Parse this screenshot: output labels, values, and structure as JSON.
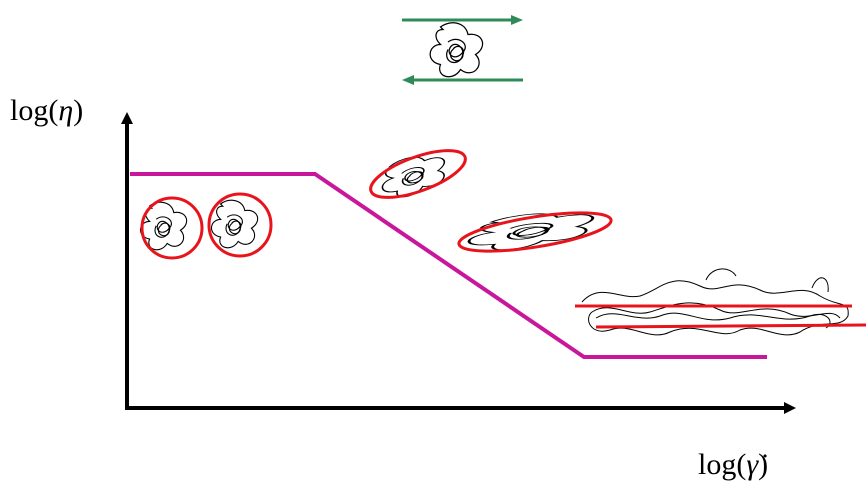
{
  "axes": {
    "y_label_prefix": "log(",
    "y_label_symbol": "η",
    "y_label_suffix": ")",
    "x_label_prefix": "log(",
    "x_label_symbol": "γ̇",
    "x_label_suffix": ")"
  },
  "colors": {
    "axis": "#000000",
    "viscosity_curve": "#c8179b",
    "ellipse": "#e8141b",
    "shear_arrows": "#2e8b57",
    "coil": "#000000"
  },
  "icons": {
    "shear_flow": "shear-arrows-icon",
    "coil": "polymer-coil-icon",
    "ellipse": "stretched-coil-ellipse-icon"
  }
}
